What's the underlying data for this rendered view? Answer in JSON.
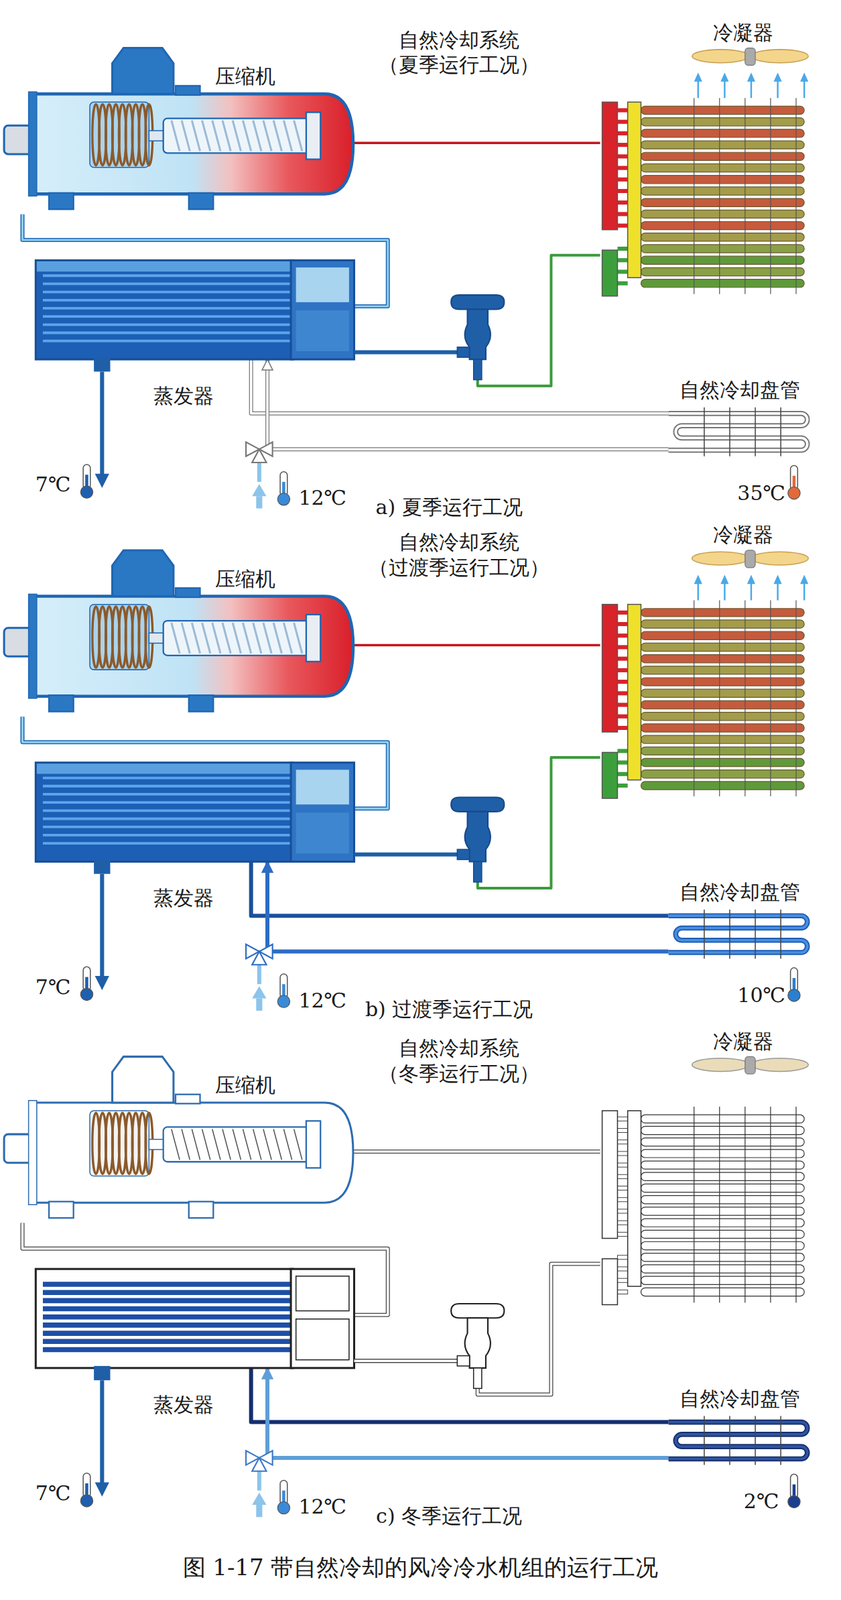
{
  "diagram": {
    "caption": "图 1-17 带自然冷却的风冷冷水机组的运行工况",
    "nodes": [
      {
        "text": [
          "压缩机"
        ]
      },
      {
        "text": [
          "冷凝器"
        ]
      },
      {
        "text": [
          "蒸发器"
        ]
      },
      {
        "text": [
          "自然冷却盘管"
        ]
      },
      {
        "text": [
          "压缩机"
        ]
      },
      {
        "text": [
          "冷凝器"
        ]
      },
      {
        "text": [
          "蒸发器"
        ]
      },
      {
        "text": [
          "自然冷却盘管"
        ]
      },
      {
        "text": [
          "压缩机"
        ]
      },
      {
        "text": [
          "冷凝器"
        ]
      },
      {
        "text": [
          "蒸发器"
        ]
      },
      {
        "text": [
          "自然冷却盘管"
        ]
      }
    ],
    "edges": [
      {
        "from": 0,
        "to": 1,
        "arrow": "none"
      },
      {
        "from": 1,
        "to": 2,
        "arrow": "none"
      },
      {
        "from": 2,
        "to": 0,
        "arrow": "none"
      },
      {
        "from": 2,
        "to": 3,
        "arrow": "none"
      },
      {
        "from": 3,
        "to": 2,
        "arrow": "to"
      },
      {
        "from": 4,
        "to": 5,
        "arrow": "none"
      },
      {
        "from": 5,
        "to": 6,
        "arrow": "none"
      },
      {
        "from": 6,
        "to": 4,
        "arrow": "none"
      },
      {
        "from": 6,
        "to": 7,
        "arrow": "none"
      },
      {
        "from": 7,
        "to": 6,
        "arrow": "to"
      },
      {
        "from": 8,
        "to": 9,
        "arrow": "none"
      },
      {
        "from": 9,
        "to": 10,
        "arrow": "none"
      },
      {
        "from": 10,
        "to": 8,
        "arrow": "none"
      },
      {
        "from": 10,
        "to": 11,
        "arrow": "none"
      },
      {
        "from": 11,
        "to": 10,
        "arrow": "to"
      }
    ],
    "labels": [
      "自然冷却系统 （夏季运行工况）",
      "7℃",
      "12℃",
      "35℃",
      "a) 夏季运行工况",
      "自然冷却系统 （过渡季运行工况）",
      "7℃",
      "12℃",
      "10℃",
      "b) 过渡季运行工况",
      "自然冷却系统 （冬季运行工况）",
      "7℃",
      "12℃",
      "2℃",
      "c) 冬季运行工况"
    ]
  }
}
